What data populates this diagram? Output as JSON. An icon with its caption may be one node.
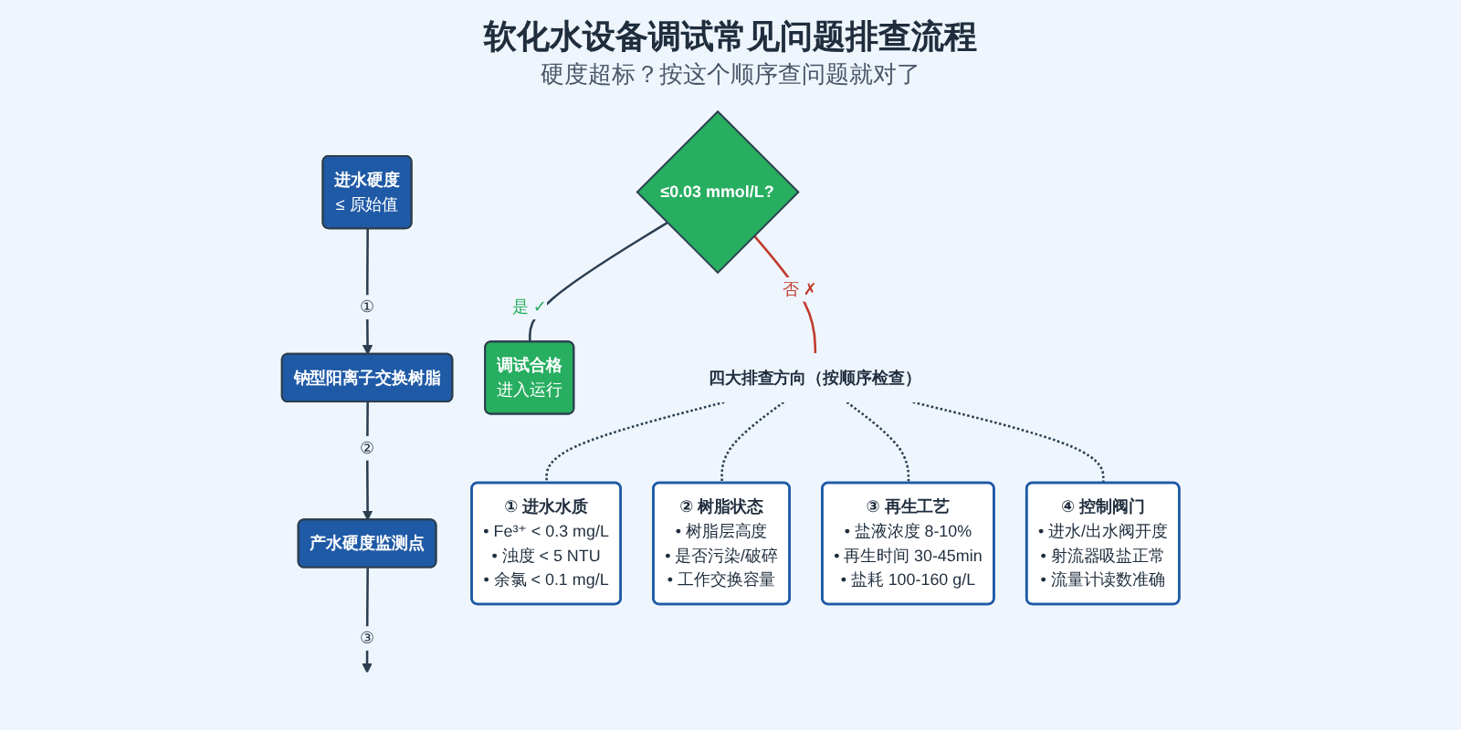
{
  "diagram": {
    "title": "软化水设备调试常见问题排查流程",
    "nodes": [
      {
        "text": [
          "进水硬度",
          "≤ 原始值"
        ]
      },
      {
        "text": [
          "钠型阳离子交换树脂"
        ]
      },
      {
        "text": [
          "产水硬度监测点"
        ]
      },
      {
        "text": [
          "≤0.03 mmol/L?"
        ]
      },
      {
        "text": [
          "调试合格",
          "进入运行"
        ]
      },
      {
        "text": [
          "四大排查方向（按顺序检查）"
        ]
      },
      {
        "text": [
          "① 进水水质",
          "• Fe³⁺ < 0.3 mg/L",
          "• 浊度 < 5 NTU",
          "• 余氯 < 0.1 mg/L"
        ]
      },
      {
        "text": [
          "② 树脂状态",
          "• 树脂层高度",
          "• 是否污染/破碎",
          "• 工作交换容量"
        ]
      },
      {
        "text": [
          "③ 再生工艺",
          "• 盐液浓度 8-10%",
          "• 再生时间 30-45min",
          "• 盐耗 100-160 g/L"
        ]
      },
      {
        "text": [
          "④ 控制阀门",
          "• 进水/出水阀开度",
          "• 射流器吸盐正常",
          "• 流量计读数准确"
        ]
      }
    ],
    "edges": [
      {
        "from": 0,
        "to": 1,
        "arrow": "to",
        "label": "①"
      },
      {
        "from": 1,
        "to": 2,
        "arrow": "to",
        "label": "②"
      },
      {
        "from": 2,
        "to": null,
        "arrow": "to",
        "label": "③"
      },
      {
        "from": 3,
        "to": 4,
        "arrow": "none",
        "label": "是 ✓"
      },
      {
        "from": 3,
        "to": 5,
        "arrow": "none",
        "label": "否 ✗",
        "color": "#c0392b"
      },
      {
        "from": 5,
        "to": 6,
        "arrow": "none",
        "style": "dashed"
      },
      {
        "from": 5,
        "to": 7,
        "arrow": "none",
        "style": "dashed"
      },
      {
        "from": 5,
        "to": 8,
        "arrow": "none",
        "style": "dashed"
      },
      {
        "from": 5,
        "to": 9,
        "arrow": "none",
        "style": "dashed"
      }
    ],
    "labels": [
      "硬度超标？按这个顺序查问题就对了"
    ]
  }
}
